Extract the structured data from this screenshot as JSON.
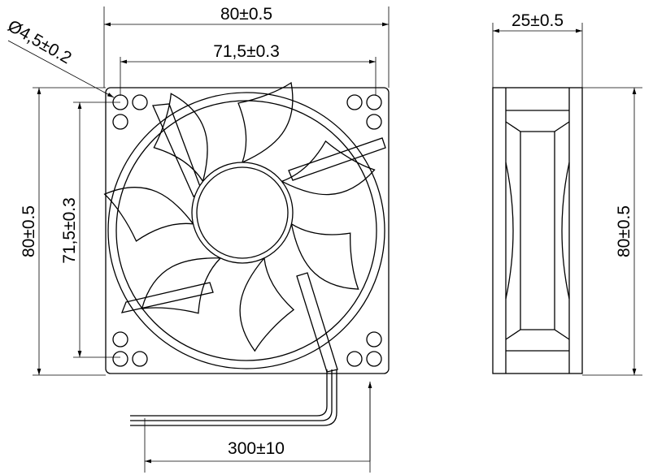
{
  "dimensions": {
    "overall_width": "80±0.5",
    "hole_diameter": "Ø4,5±0.2",
    "hole_spacing_horizontal": "71,5±0.3",
    "overall_height": "80±0.5",
    "hole_spacing_vertical": "71,5±0.3",
    "thickness": "25±0.5",
    "side_height": "80±0.5",
    "cable_length": "300±10"
  },
  "fan": {
    "blade_count": 7
  }
}
